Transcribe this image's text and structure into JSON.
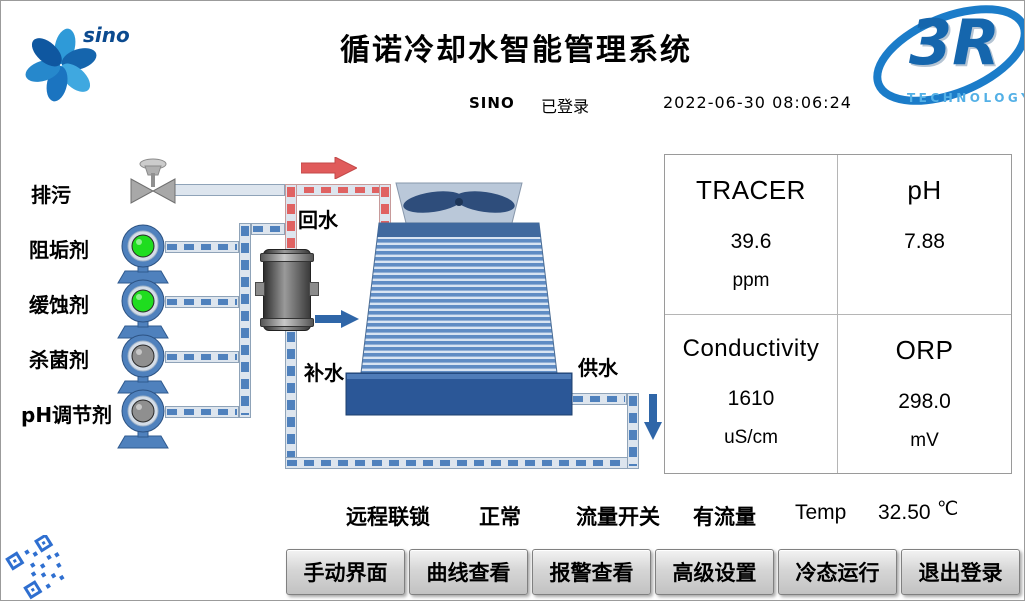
{
  "header": {
    "logo_text": "sino",
    "title": "循诺冷却水智能管理系统",
    "user": "SINO",
    "login_status": "已登录",
    "datetime": "2022-06-30 08:06:24",
    "brand_name": "3R",
    "brand_sub": "TECHNOLOGY"
  },
  "dosing": {
    "items": [
      {
        "label": "排污",
        "kind": "valve"
      },
      {
        "label": "阻垢剂",
        "kind": "pump",
        "state": "on",
        "color": "#1fdd1f"
      },
      {
        "label": "缓蚀剂",
        "kind": "pump",
        "state": "on",
        "color": "#1fdd1f"
      },
      {
        "label": "杀菌剂",
        "kind": "pump",
        "state": "off",
        "color": "#8f8f8f"
      },
      {
        "label": "pH调节剂",
        "kind": "pump",
        "state": "off",
        "color": "#8f8f8f"
      }
    ]
  },
  "diagram": {
    "return_water_label": "回水",
    "makeup_water_label": "补水",
    "supply_water_label": "供水"
  },
  "readings": {
    "tracer": {
      "name": "TRACER",
      "value": "39.6",
      "unit": "ppm"
    },
    "ph": {
      "name": "pH",
      "value": "7.88",
      "unit": ""
    },
    "conductivity": {
      "name": "Conductivity",
      "value": "1610",
      "unit": "uS/cm"
    },
    "orp": {
      "name": "ORP",
      "value": "298.0",
      "unit": "mV"
    }
  },
  "status": {
    "interlock_label": "远程联锁",
    "interlock_value": "正常",
    "flow_label": "流量开关",
    "flow_value": "有流量",
    "temp_label": "Temp",
    "temp_value": "32.50",
    "temp_unit": "℃"
  },
  "nav": {
    "buttons": [
      {
        "label": "手动界面"
      },
      {
        "label": "曲线查看"
      },
      {
        "label": "报警查看"
      },
      {
        "label": "高级设置"
      },
      {
        "label": "冷态运行"
      },
      {
        "label": "退出登录"
      }
    ]
  },
  "colors": {
    "pump_on": "#1fdd1f",
    "pump_off": "#8f8f8f",
    "pipe_blue": "#4f81bd",
    "pipe_red": "#e06262",
    "brand_blue": "#1877c9"
  }
}
